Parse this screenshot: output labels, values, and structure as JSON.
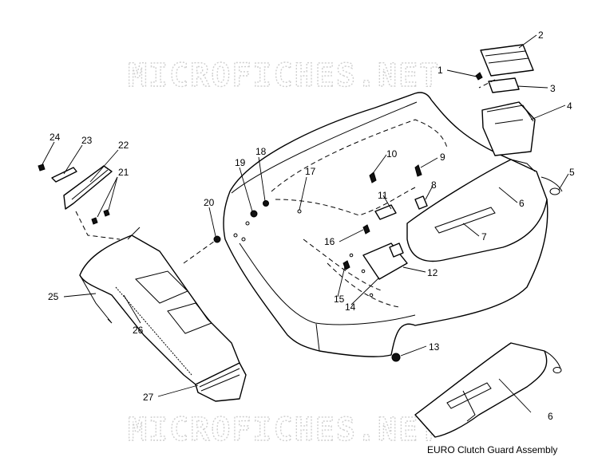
{
  "watermark": {
    "top": "MICROFICHES.NET",
    "bottom": "MICROFICHES.NET"
  },
  "caption": "EURO Clutch Guard Assembly",
  "callouts": [
    {
      "id": "c1",
      "label": "1"
    },
    {
      "id": "c2",
      "label": "2"
    },
    {
      "id": "c3",
      "label": "3"
    },
    {
      "id": "c4",
      "label": "4"
    },
    {
      "id": "c5",
      "label": "5"
    },
    {
      "id": "c6a",
      "label": "6"
    },
    {
      "id": "c6b",
      "label": "6"
    },
    {
      "id": "c7",
      "label": "7"
    },
    {
      "id": "c8",
      "label": "8"
    },
    {
      "id": "c9",
      "label": "9"
    },
    {
      "id": "c10",
      "label": "10"
    },
    {
      "id": "c11",
      "label": "11"
    },
    {
      "id": "c12",
      "label": "12"
    },
    {
      "id": "c13",
      "label": "13"
    },
    {
      "id": "c14",
      "label": "14"
    },
    {
      "id": "c15",
      "label": "15"
    },
    {
      "id": "c16",
      "label": "16"
    },
    {
      "id": "c17",
      "label": "17"
    },
    {
      "id": "c18",
      "label": "18"
    },
    {
      "id": "c19",
      "label": "19"
    },
    {
      "id": "c20",
      "label": "20"
    },
    {
      "id": "c21",
      "label": "21"
    },
    {
      "id": "c22",
      "label": "22"
    },
    {
      "id": "c23",
      "label": "23"
    },
    {
      "id": "c24",
      "label": "24"
    },
    {
      "id": "c25",
      "label": "25"
    },
    {
      "id": "c26",
      "label": "26"
    },
    {
      "id": "c27",
      "label": "27"
    }
  ]
}
